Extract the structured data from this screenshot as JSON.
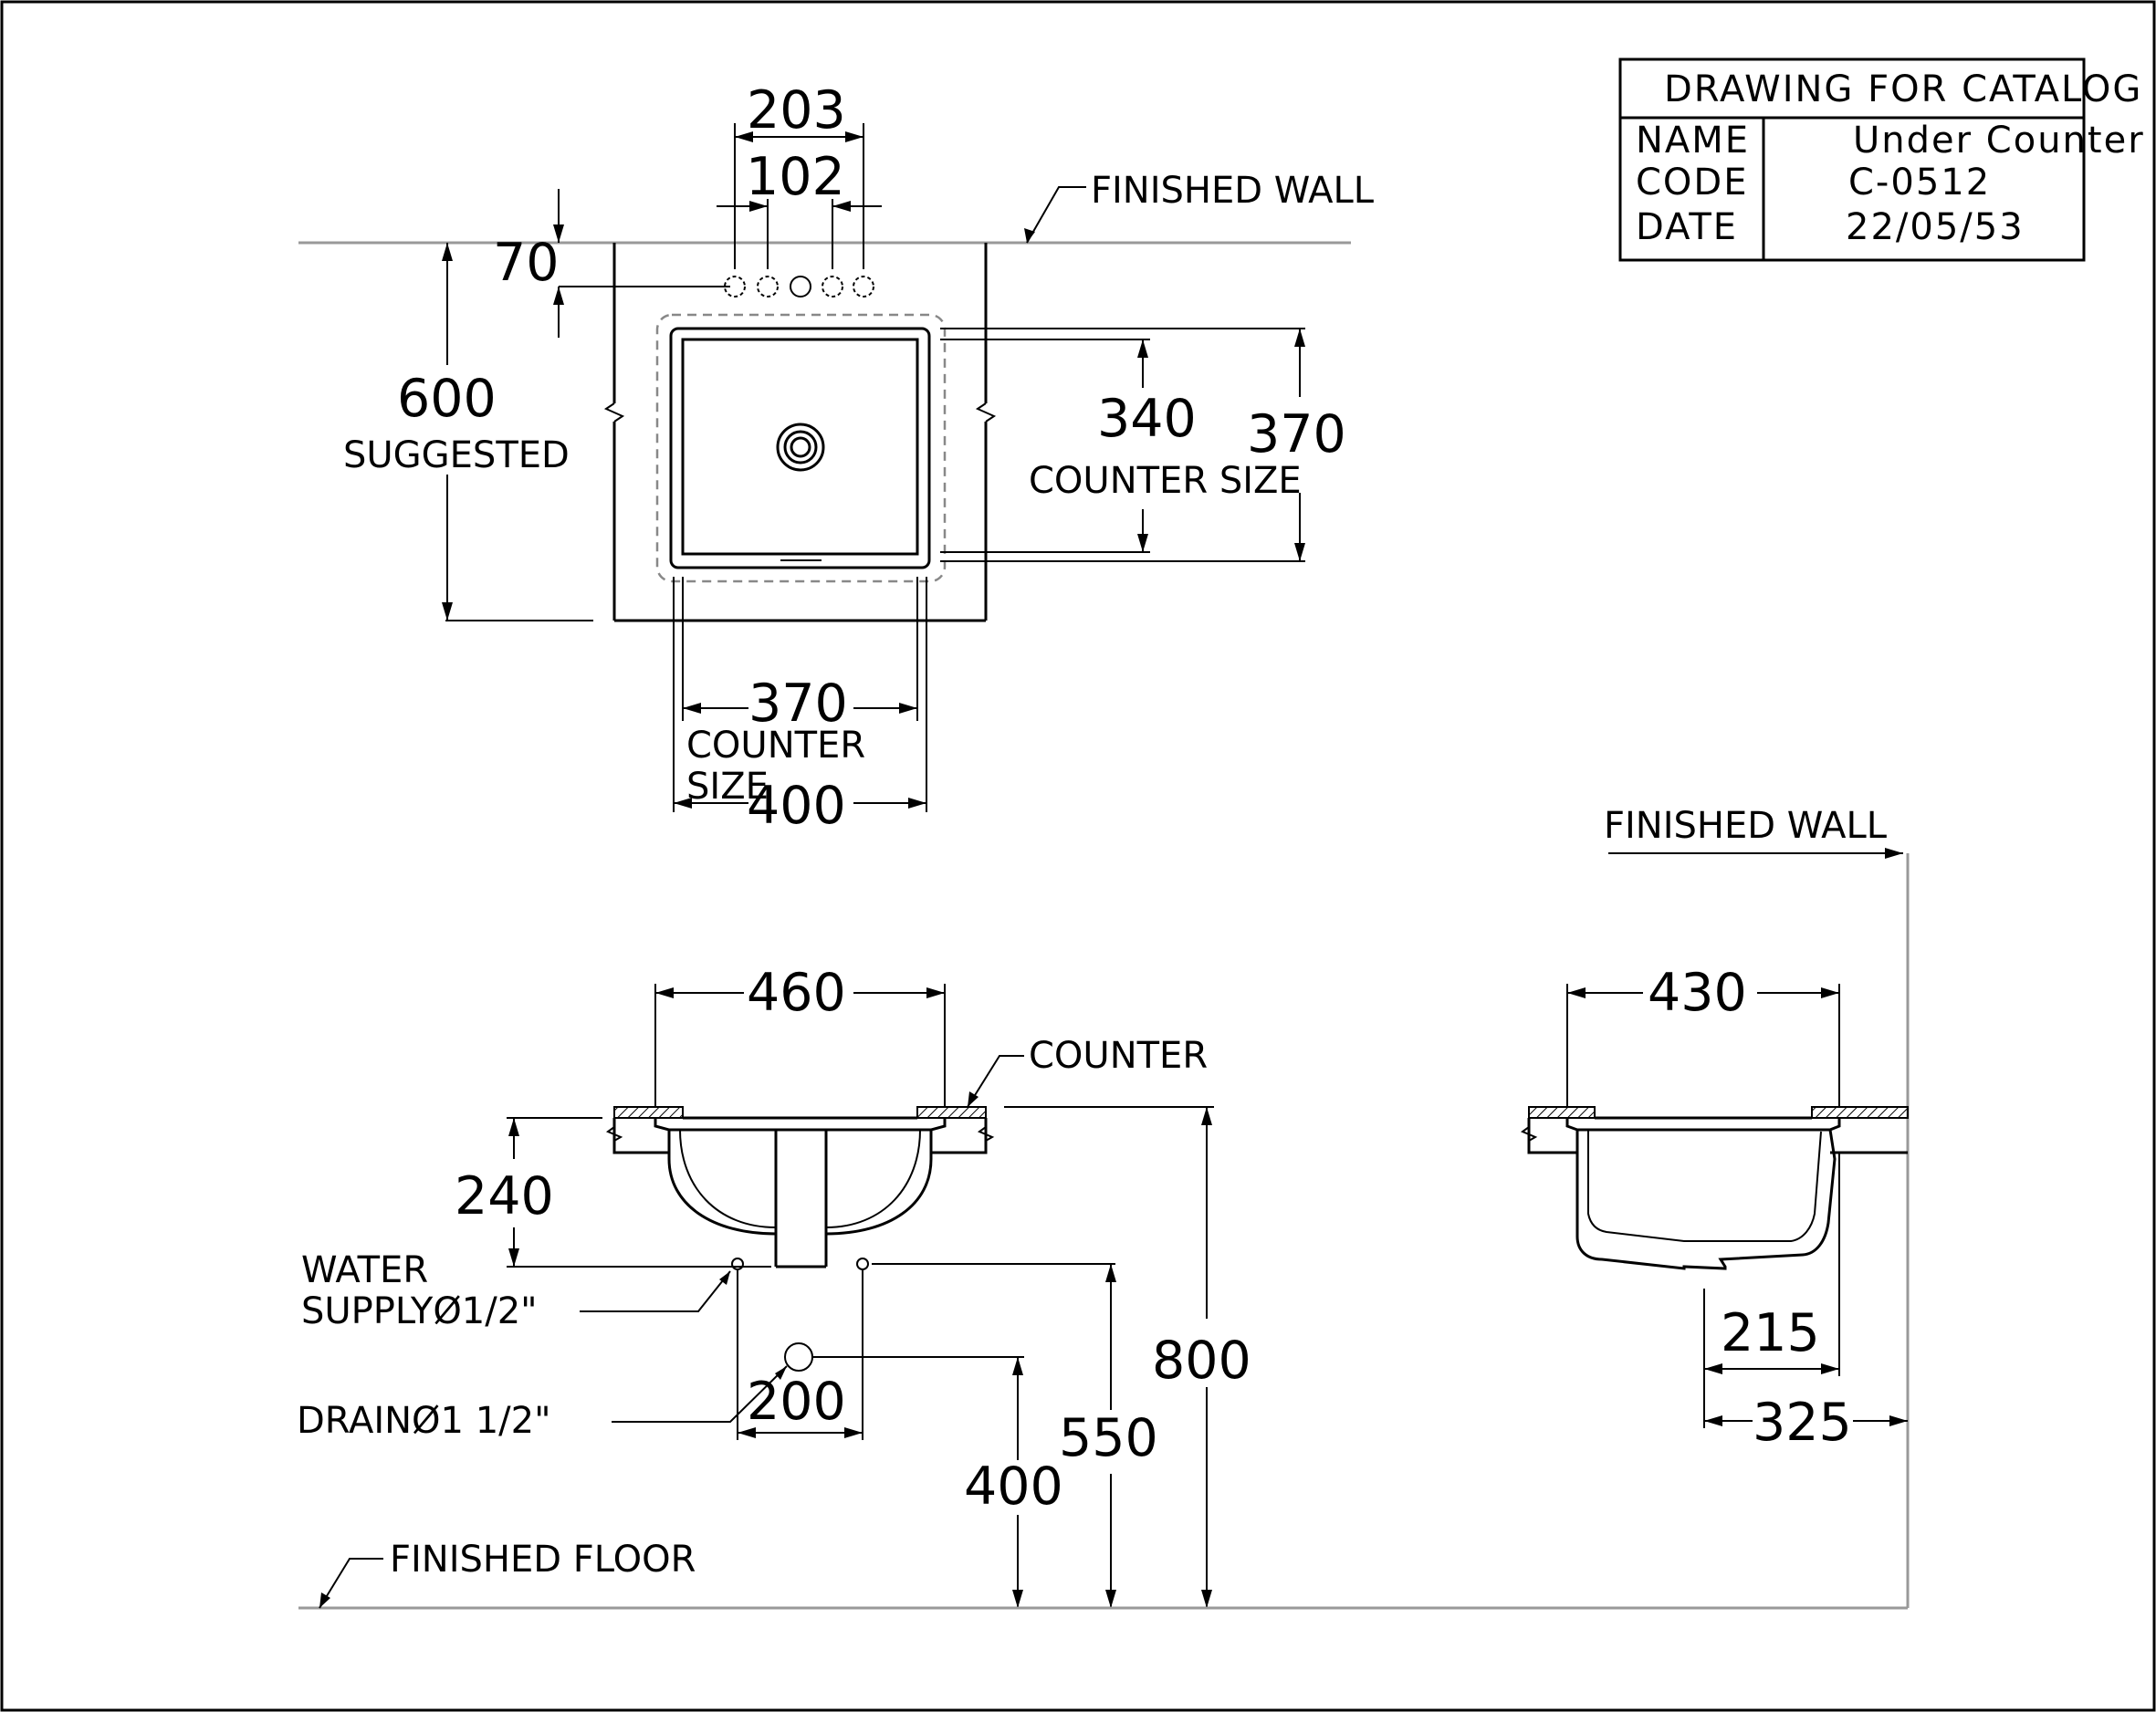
{
  "title_block": {
    "heading": "DRAWING FOR CATALOG",
    "rows": [
      {
        "label": "NAME",
        "value": "Under Counter"
      },
      {
        "label": "CODE",
        "value": "C-0512"
      },
      {
        "label": "DATE",
        "value": "22/05/53"
      }
    ]
  },
  "plan_view": {
    "finished_wall": "FINISHED WALL",
    "dim_203": "203",
    "dim_102": "102",
    "dim_70": "70",
    "dim_600": "600",
    "suggested": "SUGGESTED",
    "dim_340": "340",
    "counter_size_right": "COUNTER SIZE",
    "dim_370_right": "370",
    "dim_370_bottom": "370",
    "counter_label": "COUNTER",
    "size_label": "SIZE",
    "dim_400": "400"
  },
  "front_view": {
    "dim_460": "460",
    "counter": "COUNTER",
    "dim_240": "240",
    "water_supply_1": "WATER",
    "water_supply_2": "SUPPLYØ1/2\"",
    "drain": "DRAINØ1 1/2\"",
    "dim_200": "200",
    "dim_800": "800",
    "dim_550": "550",
    "dim_400": "400",
    "finished_floor": "FINISHED FLOOR"
  },
  "side_view": {
    "finished_wall": "FINISHED WALL",
    "dim_430": "430",
    "dim_215": "215",
    "dim_325": "325"
  }
}
